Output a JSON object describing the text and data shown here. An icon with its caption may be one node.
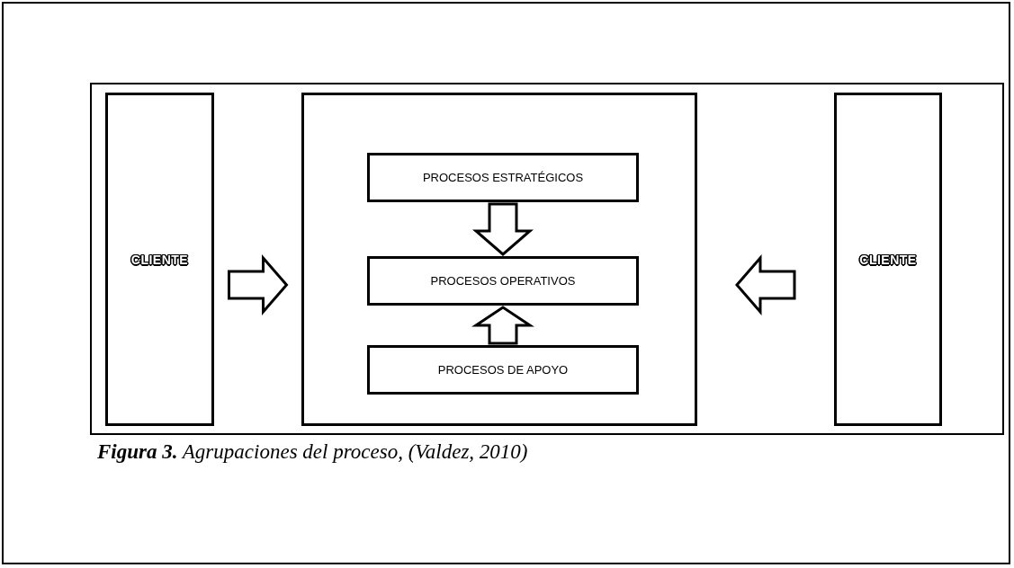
{
  "diagram": {
    "caption": "**Figura 3.** Agrupaciones del proceso, (Valdez, 2010)",
    "nodes": [
      {
        "text": [],
        "shape": "box"
      },
      {
        "text": [
          "CLIENTE"
        ],
        "in": 0
      },
      {
        "text": [],
        "shape": "box",
        "in": 0
      },
      {
        "text": [
          "PROCESOS ESTRATÉGICOS"
        ],
        "in": 2
      },
      {
        "text": [
          "PROCESOS OPERATIVOS"
        ],
        "in": 2
      },
      {
        "text": [
          "PROCESOS DE APOYO"
        ],
        "in": 2
      },
      {
        "text": [
          "CLIENTE"
        ],
        "in": 0
      }
    ],
    "edges": [
      {
        "from": 1,
        "to": 2,
        "arrow": "to"
      },
      {
        "from": 3,
        "to": 4,
        "arrow": "to"
      },
      {
        "from": 5,
        "to": 4,
        "arrow": "to"
      },
      {
        "from": 6,
        "to": 2,
        "arrow": "to"
      }
    ]
  }
}
